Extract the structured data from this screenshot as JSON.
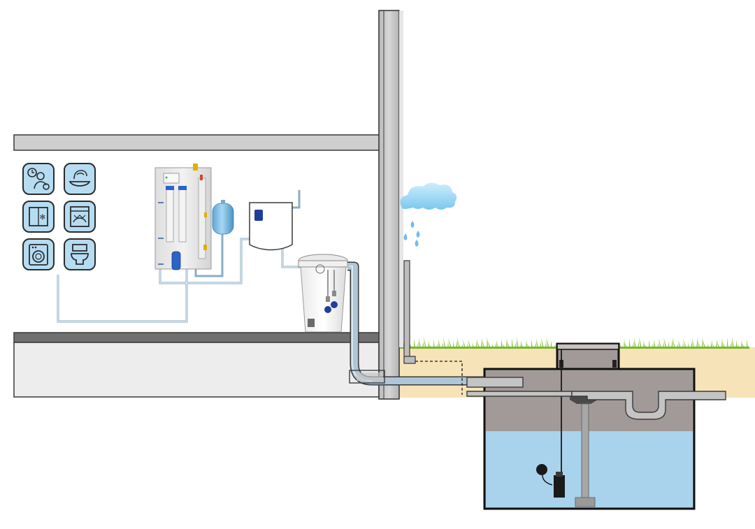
{
  "diagram": {
    "kind": "rainwater-harvesting-system-cross-section",
    "appliance_icons": [
      "maintenance-icon",
      "animal-trough-icon",
      "refrigerator-icon",
      "dishwasher-icon",
      "washing-machine-icon",
      "toilet-icon"
    ],
    "elements": [
      "building-wall",
      "upper-floor-slab",
      "ground-floor-slab",
      "filtration-panel",
      "expansion-vessel",
      "control-box",
      "break-tank",
      "rain-cloud",
      "downpipe",
      "underground-tank",
      "submersible-pump",
      "float-switch",
      "overflow-pipe",
      "grass-ground"
    ]
  },
  "colors": {
    "wall": "#c8c8c8",
    "wall_edge": "#3a3a3a",
    "water": "#a9d3ec",
    "tank_soil": "#a29a98",
    "sand": "#f6e3b8",
    "grass": "#8cc63f",
    "pipe": "#aec6d6",
    "icon_bg": "#b6dcf2",
    "float_blue": "#1f3e9c"
  }
}
